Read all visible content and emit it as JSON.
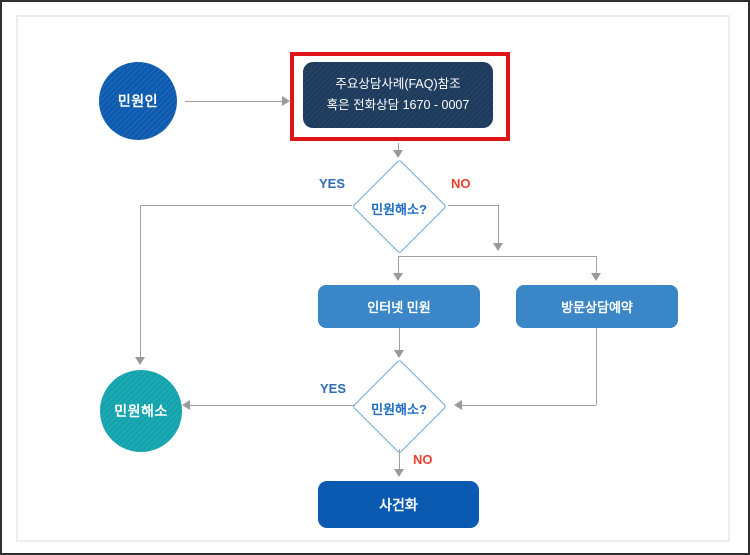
{
  "flowchart": {
    "title": "civil-complaint-process-flowchart",
    "nodes": {
      "complainant": {
        "label": "민원인"
      },
      "faq": {
        "line1": "주요상담사례(FAQ)참조",
        "line2": "혹은 전화상담 1670 - 0007",
        "highlighted": true
      },
      "decision1": {
        "label": "민원해소?"
      },
      "internet": {
        "label": "인터넷 민원"
      },
      "visit": {
        "label": "방문상담예약"
      },
      "decision2": {
        "label": "민원해소?"
      },
      "resolved": {
        "label": "민원해소"
      },
      "case": {
        "label": "사건화"
      }
    },
    "edges": {
      "yes1": "YES",
      "no1": "NO",
      "yes2": "YES",
      "no2": "NO"
    },
    "colors": {
      "complainant_blue": "#0d5bb0",
      "faq_navy": "#1d3b5d",
      "process_blue": "#3a86c6",
      "resolved_teal": "#13a3ad",
      "case_blue": "#0a5ab2",
      "diamond_border": "#6fa8da",
      "decision_text": "#1e6cc0",
      "yes_text": "#2e6db4",
      "no_text": "#e8402d",
      "arrow_gray": "#9a9a9a",
      "highlight_red": "#dd1418"
    }
  }
}
